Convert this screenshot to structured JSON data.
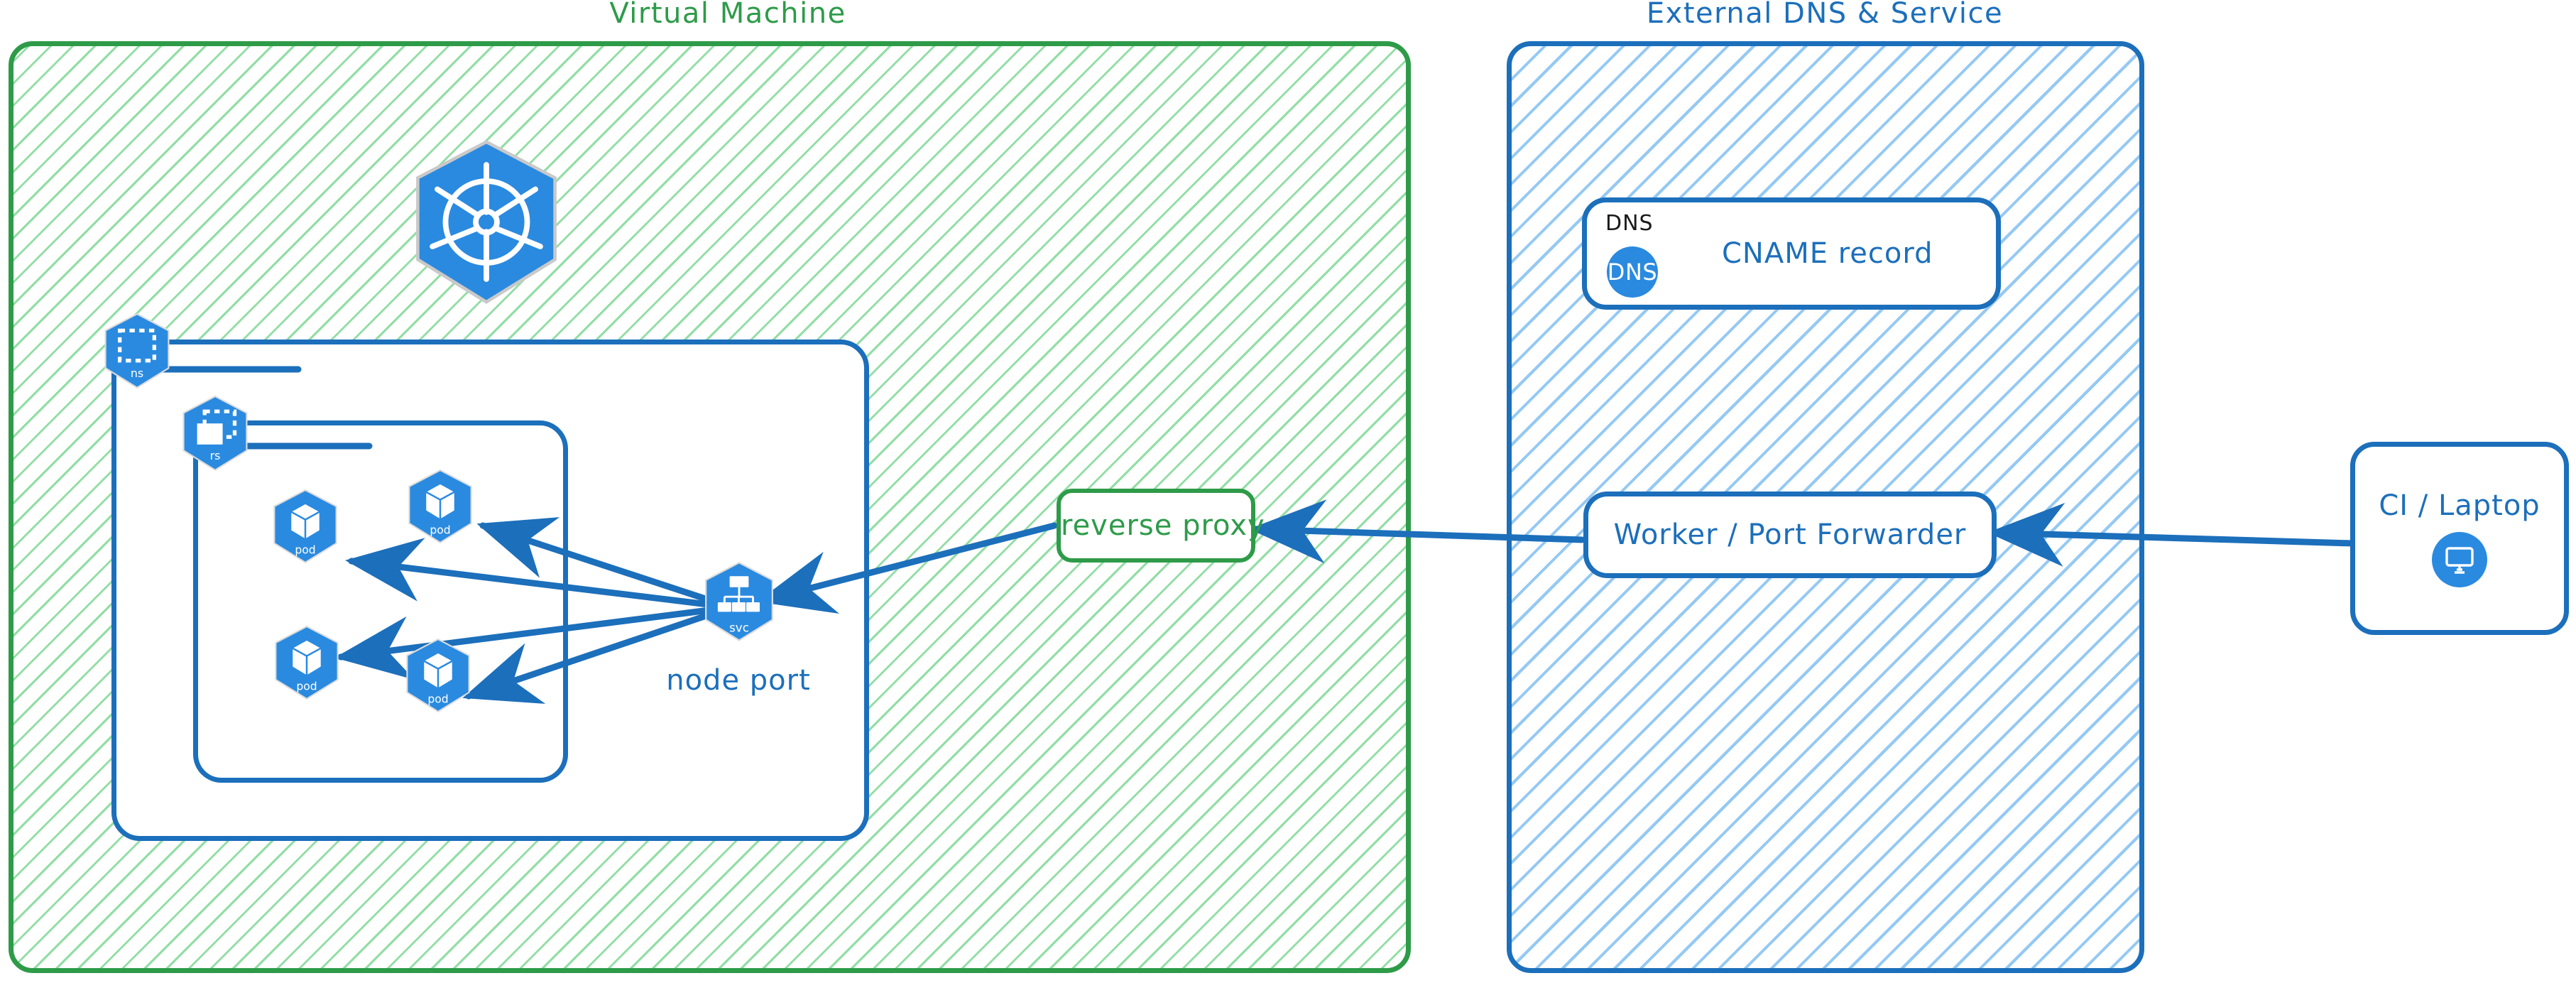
{
  "zones": [
    {
      "id": "virtual-machine",
      "title": "Virtual Machine",
      "color": "#2e9b49",
      "style": "green-hatch"
    },
    {
      "id": "external-dns-service",
      "title": "External DNS & Service",
      "color": "#1c6fbb",
      "style": "blue-hatch"
    }
  ],
  "vm": {
    "logo_label": "kubernetes-logo",
    "namespace_badge": {
      "label": "ns",
      "icon": "namespace-icon"
    },
    "replicaset_badge": {
      "label": "rs",
      "icon": "replicaset-icon"
    },
    "pods": [
      {
        "label": "pod",
        "icon": "pod-icon"
      },
      {
        "label": "pod",
        "icon": "pod-icon"
      },
      {
        "label": "pod",
        "icon": "pod-icon"
      },
      {
        "label": "pod",
        "icon": "pod-icon"
      }
    ],
    "service": {
      "label": "svc",
      "icon": "service-icon",
      "caption": "node port"
    },
    "reverse_proxy": {
      "label": "reverse proxy"
    }
  },
  "external": {
    "dns_card": {
      "corner_tag": "DNS",
      "badge_text": "DNS",
      "label": "CNAME record"
    },
    "worker_card": {
      "label": "Worker / Port Forwarder"
    }
  },
  "client": {
    "card": {
      "label": "CI / Laptop",
      "icon": "desktop-monitor-icon"
    }
  },
  "colors": {
    "green_border": "#2e9b49",
    "green_hatch": "#7ed894",
    "blue_border": "#1c6fbb",
    "blue_hatch": "#89c3f2",
    "k8s_blue": "#2a8ae0",
    "arrow": "#1c6fbb",
    "text_dark": "#1a1a1a"
  },
  "edges": [
    {
      "from": "service",
      "to": "pod-1",
      "style": "arrow"
    },
    {
      "from": "service",
      "to": "pod-2",
      "style": "arrow"
    },
    {
      "from": "service",
      "to": "pod-3",
      "style": "arrow"
    },
    {
      "from": "service",
      "to": "pod-4",
      "style": "arrow"
    },
    {
      "from": "reverse-proxy",
      "to": "service",
      "style": "arrow"
    },
    {
      "from": "worker-port-forwarder",
      "to": "reverse-proxy",
      "style": "arrow"
    },
    {
      "from": "ci-laptop",
      "to": "worker-port-forwarder",
      "style": "arrow"
    }
  ]
}
